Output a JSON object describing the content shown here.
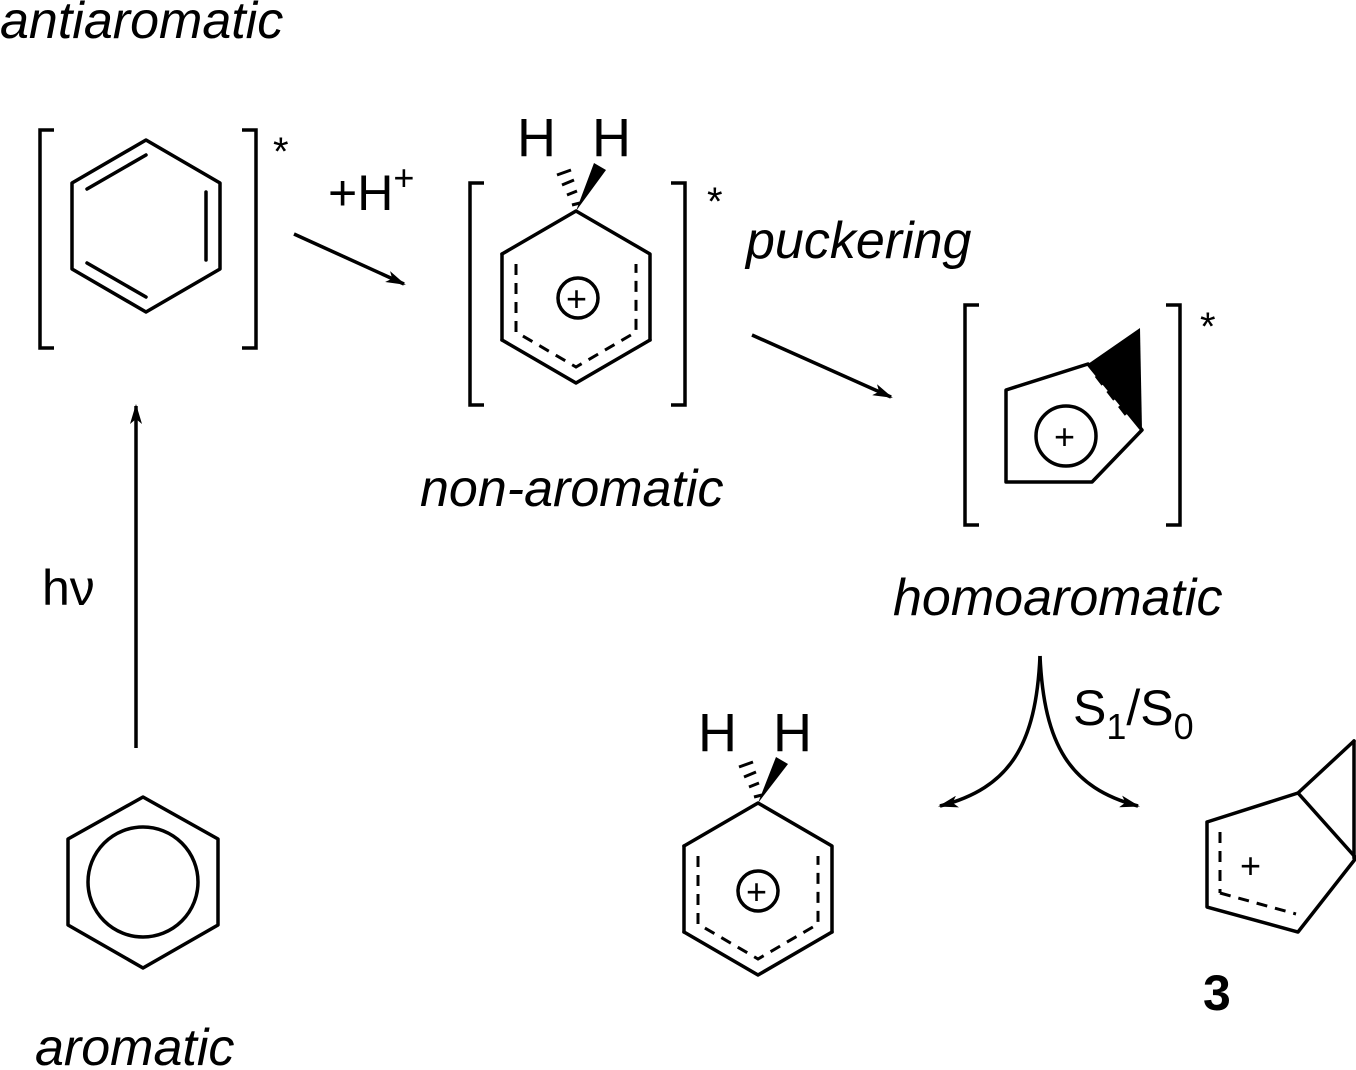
{
  "labels": {
    "antiaromatic": "antiaromatic",
    "aromatic": "aromatic",
    "non_aromatic": "non-aromatic",
    "homoaromatic": "homoaromatic",
    "puckering": "puckering",
    "hv": "hν",
    "protonation": "+H",
    "protonation_sup": "+",
    "excited_star": "*",
    "s1": "S",
    "s1_sub": "1",
    "s0": "/S",
    "s0_sub": "0",
    "compound_number": "3"
  },
  "atoms": {
    "hydrogen": "H",
    "plus": "+"
  }
}
